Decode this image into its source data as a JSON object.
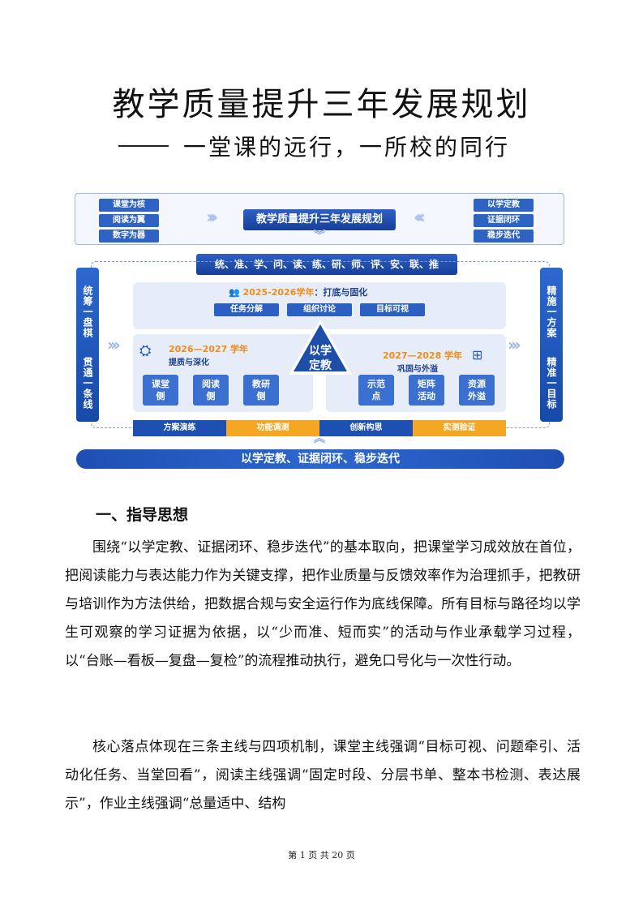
{
  "doc": {
    "title": "教学质量提升三年发展规划",
    "subtitle": "一堂课的远行，一所校的同行"
  },
  "diagram": {
    "left_tags": [
      "课堂为核",
      "阅读为翼",
      "数字为器"
    ],
    "right_tags": [
      "以学定教",
      "证据闭环",
      "稳步迭代"
    ],
    "center_title": "教学质量提升三年发展规划",
    "keywords": "统、准、学、问、读、练、研、师、评、安、联、推",
    "left_side": [
      "统筹一盘棋",
      "贯通一条线"
    ],
    "right_side": [
      "精施一方案",
      "精准一目标"
    ],
    "phase1": {
      "year": "2025-2026学年",
      "theme": "：打底与固化",
      "tags": [
        "任务分解",
        "组织讨论",
        "目标可视"
      ]
    },
    "phase2": {
      "year": "2026—2027 学年",
      "theme": "提质与深化",
      "boxes": [
        "课堂侧",
        "阅读侧",
        "教研侧"
      ]
    },
    "phase3": {
      "year": "2027—2028 学年",
      "theme": "巩固与外溢",
      "boxes": [
        "示范点",
        "矩阵活动",
        "资源外溢"
      ]
    },
    "center": "以学定教",
    "process": [
      "方案演练",
      "功能调测",
      "创新构思",
      "实测验证"
    ],
    "bottom_bar": "以学定教、证据闭环、稳步迭代",
    "colors": {
      "primary": "#1e4fb3",
      "accent_orange": "#f5a623",
      "light_panel": "#e6edf8"
    }
  },
  "section1": {
    "heading": "一、指导思想",
    "p1": "围绕“以学定教、证据闭环、稳步迭代”的基本取向，把课堂学习成效放在首位，把阅读能力与表达能力作为关键支撑，把作业质量与反馈效率作为治理抓手，把教研与培训作为方法供给，把数据合规与安全运行作为底线保障。所有目标与路径均以学生可观察的学习证据为依据，以“少而准、短而实”的活动与作业承载学习过程，以“台账—看板—复盘—复检”的流程推动执行，避免口号化与一次性行动。",
    "p2": "核心落点体现在三条主线与四项机制，课堂主线强调“目标可视、问题牵引、活动化任务、当堂回看”，阅读主线强调“固定时段、分层书单、整本书检测、表达展示”，作业主线强调“总量适中、结构"
  },
  "footer": "第 1 页 共 20 页"
}
